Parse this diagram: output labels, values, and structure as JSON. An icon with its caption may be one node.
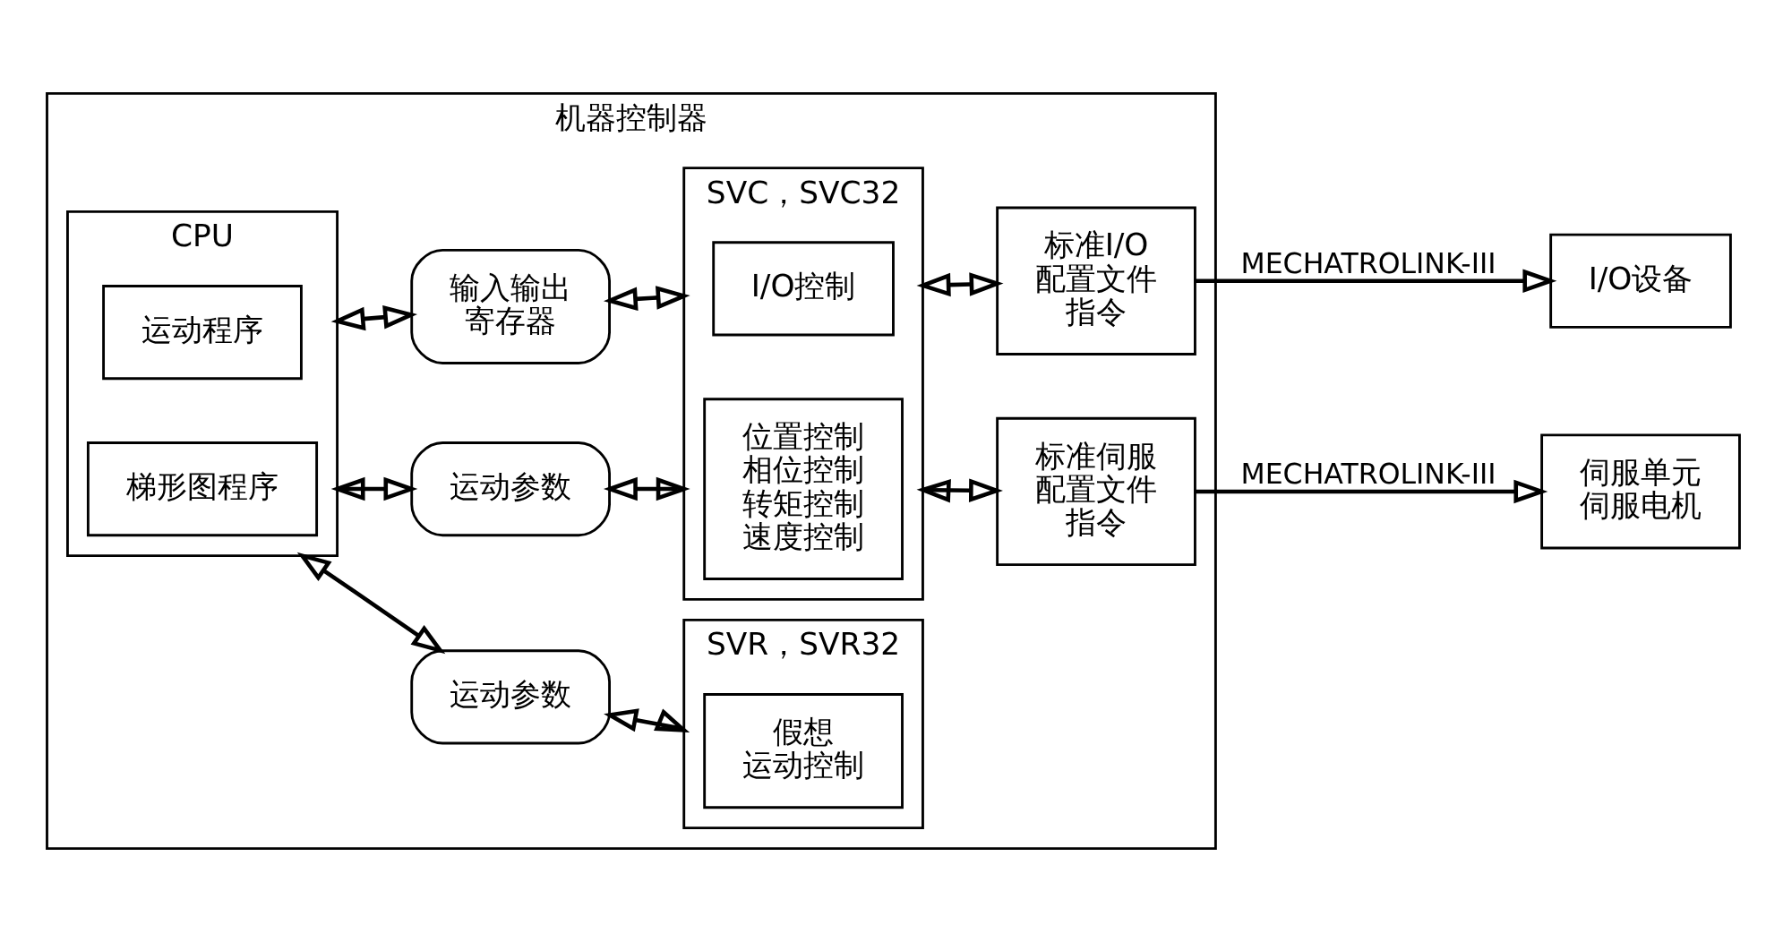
{
  "diagram": {
    "nodes": [
      {
        "text": [
          "机器控制器"
        ]
      },
      {
        "text": [
          "CPU"
        ],
        "in": 0
      },
      {
        "text": [
          "梯形图程序"
        ],
        "in": 1
      },
      {
        "text": [
          "运动程序"
        ],
        "in": 1
      },
      {
        "text": [
          "运动参数"
        ],
        "in": 0
      },
      {
        "text": [
          "SVR，SVR32"
        ],
        "in": 0
      },
      {
        "text": [
          "假想运动控制"
        ],
        "in": 5
      },
      {
        "text": [
          "运动参数"
        ],
        "in": 0
      },
      {
        "text": [
          "SVC，SVC32"
        ],
        "in": 0
      },
      {
        "text": [
          "位置控制相位控制转矩控制速度控制"
        ],
        "in": 8
      },
      {
        "text": [
          "I/O控制"
        ],
        "in": 8
      },
      {
        "text": [
          "输入输出寄存器"
        ],
        "in": 0
      },
      {
        "text": [
          "标准伺服配置文件指令"
        ],
        "in": 0
      },
      {
        "text": [
          "标准I/O配置文件指令"
        ],
        "in": 0
      },
      {
        "text": [
          "伺服单元伺服电机"
        ]
      },
      {
        "text": [
          "I/O设备"
        ]
      }
    ],
    "edges": [
      {
        "from": 1,
        "to": 4,
        "arrow": "both"
      },
      {
        "from": 4,
        "to": 5,
        "arrow": "both"
      },
      {
        "from": 1,
        "to": 7,
        "arrow": "both"
      },
      {
        "from": 7,
        "to": 8,
        "arrow": "both"
      },
      {
        "from": 1,
        "to": 11,
        "arrow": "both"
      },
      {
        "from": 11,
        "to": 8,
        "arrow": "both"
      },
      {
        "from": 8,
        "to": 12,
        "arrow": "both"
      },
      {
        "from": 8,
        "to": 13,
        "arrow": "both"
      },
      {
        "from": 12,
        "to": 14,
        "arrow": "to",
        "label": "MECHATROLINK-III"
      },
      {
        "from": 13,
        "to": 15,
        "arrow": "to",
        "label": "MECHATROLINK-III"
      }
    ]
  }
}
